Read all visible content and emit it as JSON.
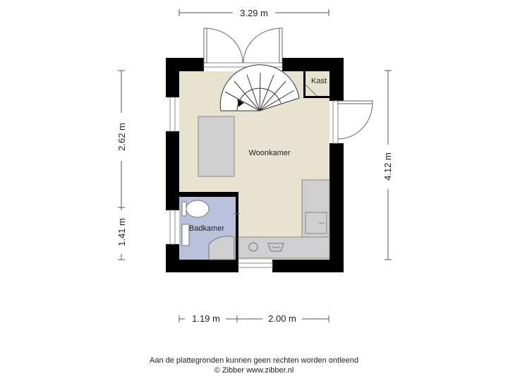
{
  "dimensions": {
    "top_width": "3.29 m",
    "left_upper": "2.62 m",
    "left_lower": "1.41 m",
    "right_height": "4.12 m",
    "bottom_left": "1.19 m",
    "bottom_right": "2.00 m"
  },
  "rooms": {
    "living": "Woonkamer",
    "bathroom": "Badkamer",
    "closet": "Kast"
  },
  "footer": {
    "disclaimer": "Aan de plattegronden kunnen geen rechten worden ontleend",
    "copyright": "© Zibber www.zibber.nl"
  },
  "colors": {
    "wall": "#000000",
    "living_floor": "#e8e3cf",
    "bathroom_floor": "#b9c1dc",
    "kitchen": "#cfcfcf",
    "stairs_fill": "#ffffff",
    "dimension_line": "#555555"
  }
}
